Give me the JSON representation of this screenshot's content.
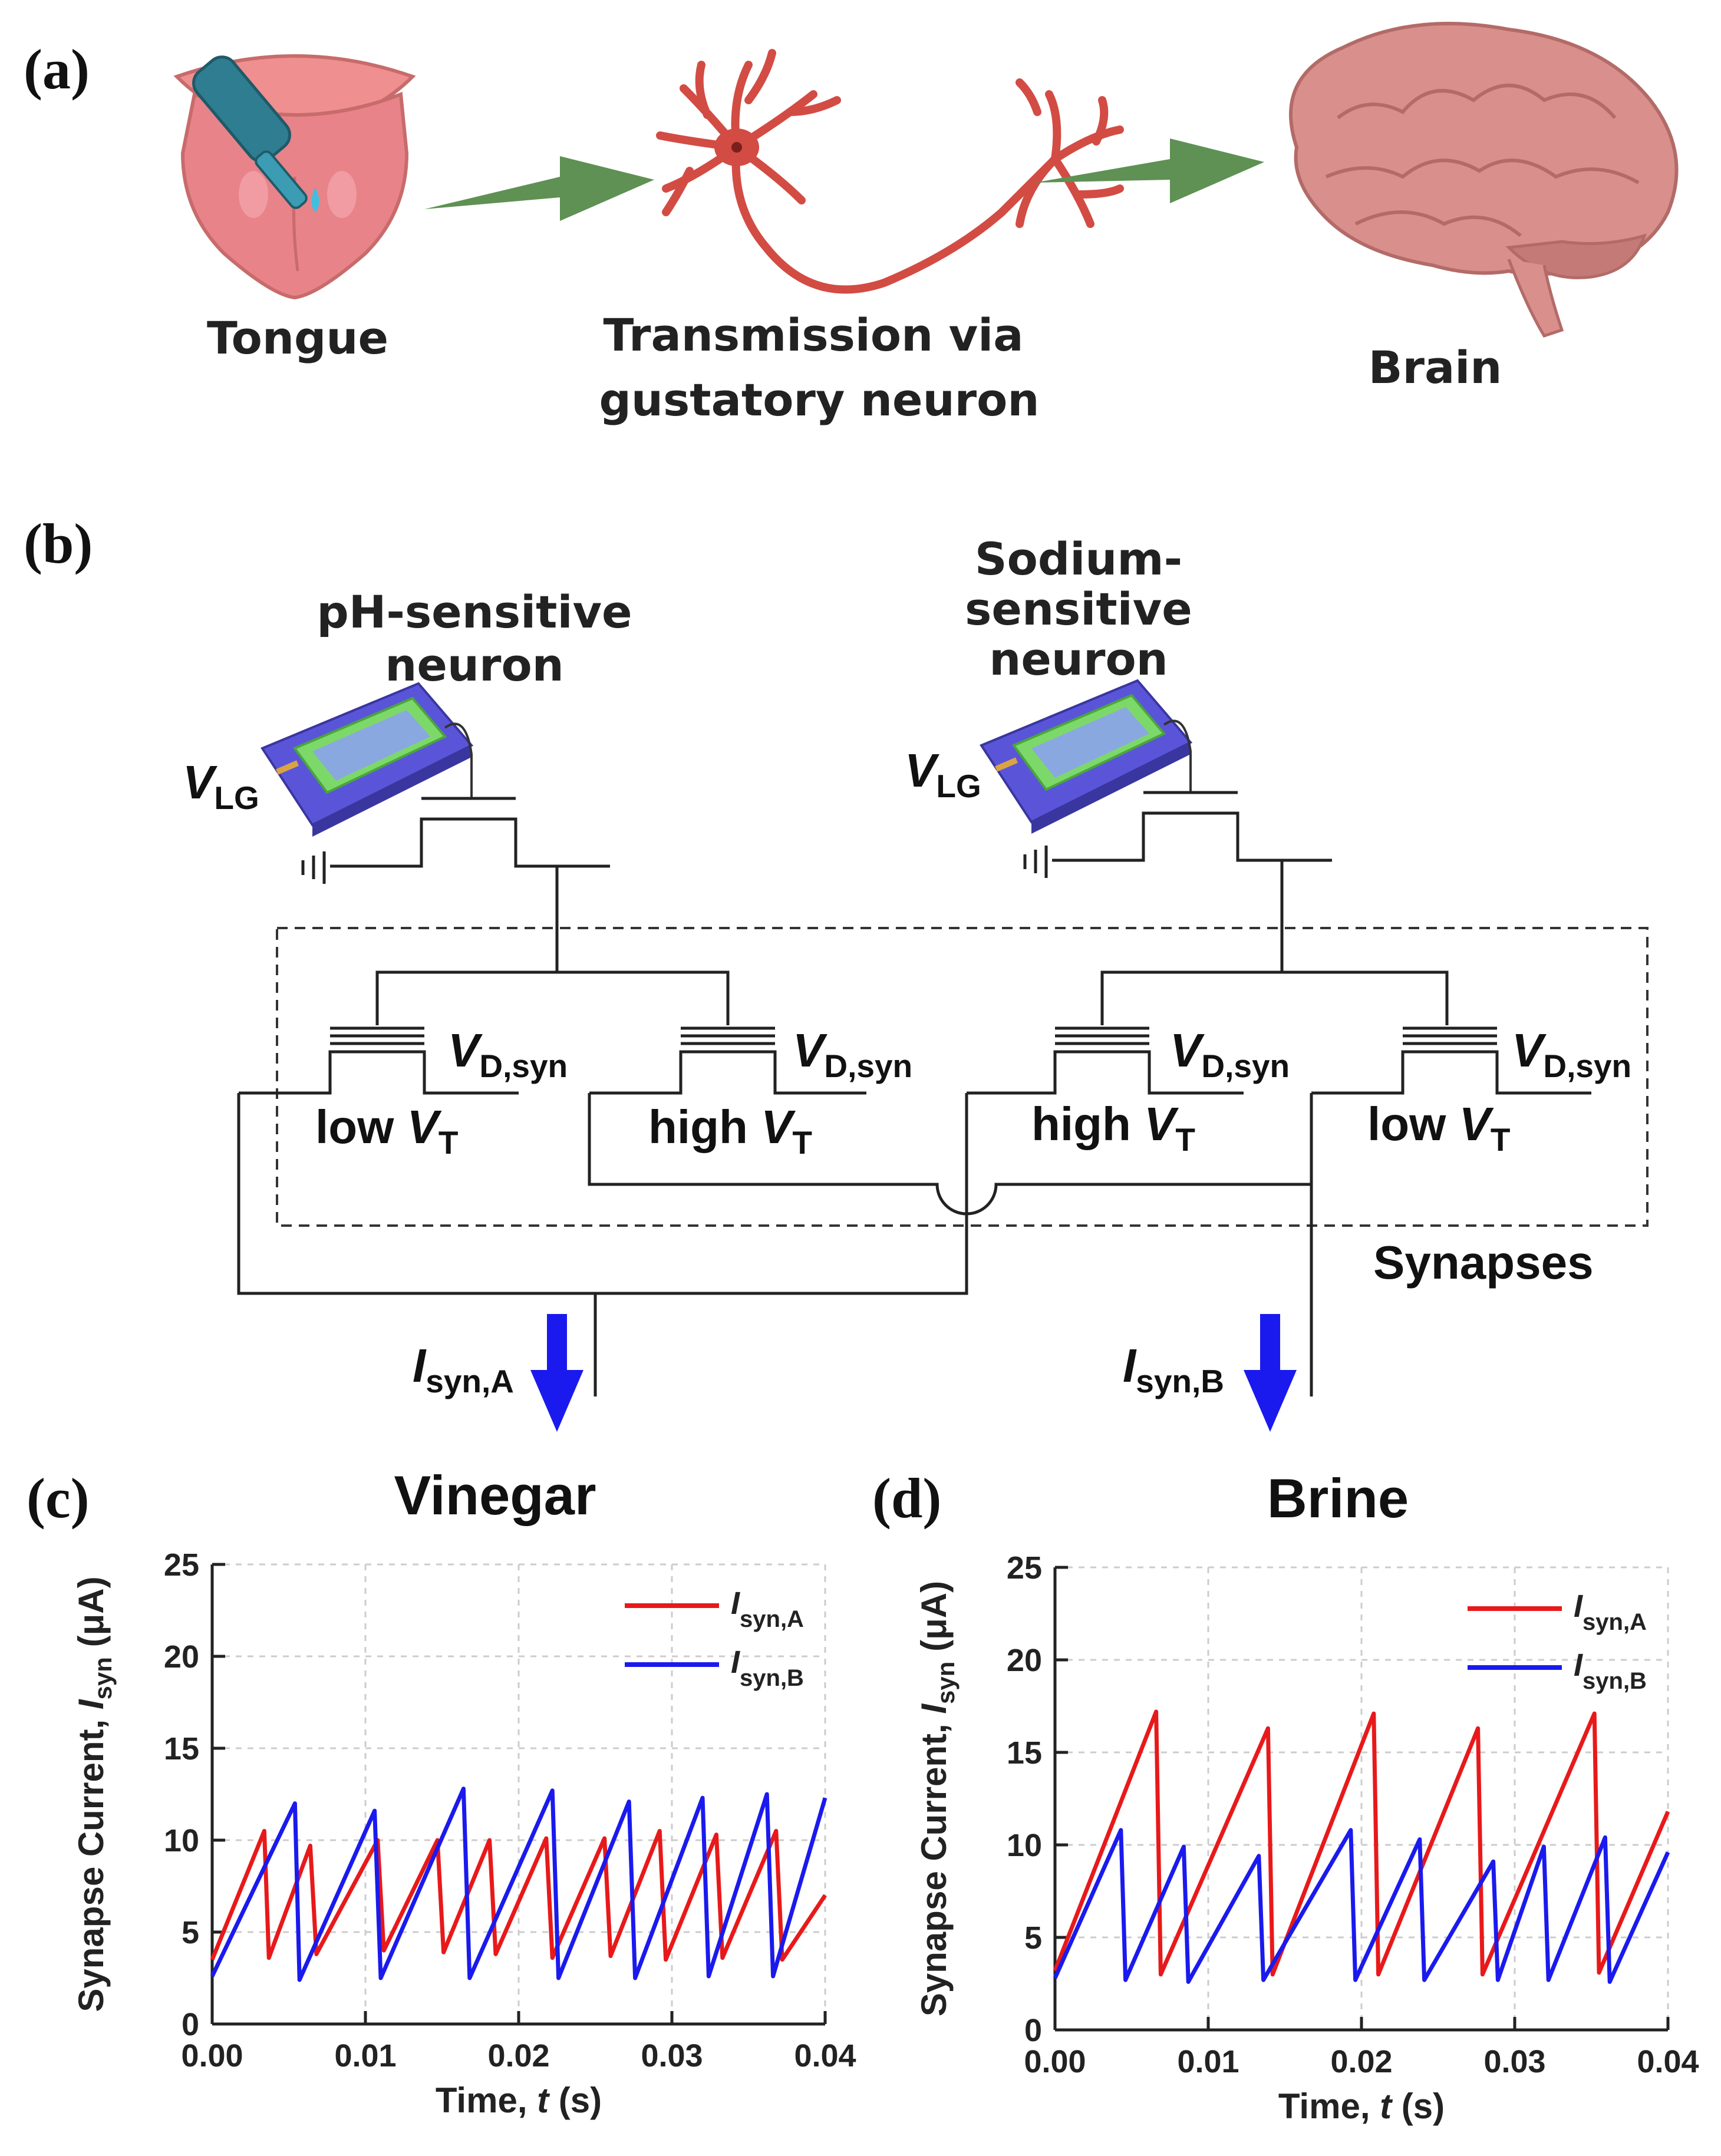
{
  "panel_a": {
    "label": "(a)",
    "tongue_label": "Tongue",
    "neuron_label_line1": "Transmission via",
    "neuron_label_line2": "gustatory neuron",
    "brain_label": "Brain",
    "colors": {
      "arrow": "#5e9153",
      "tongue": "#e8838a",
      "lips": "#ef8f8f",
      "neuron": "#d24c44",
      "brain": "#d98f8c",
      "dropper": "#2f7d90"
    }
  },
  "panel_b": {
    "label": "(b)",
    "ph_neuron_line1": "pH-sensitive",
    "ph_neuron_line2": "neuron",
    "na_neuron_line1": "Sodium-",
    "na_neuron_line2": "sensitive",
    "na_neuron_line3": "neuron",
    "vlg_main": "V",
    "vlg_sub": "LG",
    "vd_main": "V",
    "vd_sub": "D,syn",
    "low_vt_word": "low",
    "high_vt_word": "high",
    "vt_main": "V",
    "vt_sub": "T",
    "synapses_label": "Synapses",
    "isyn_a_main": "I",
    "isyn_a_sub": "syn,A",
    "isyn_b_main": "I",
    "isyn_b_sub": "syn,B",
    "colors": {
      "output_arrow": "#1a1aee",
      "device_base": "#5a55d8",
      "device_frame": "#6ccf5a",
      "dashed_box": "#333333"
    }
  },
  "panel_c": {
    "label": "(c)"
  },
  "panel_d": {
    "label": "(d)"
  },
  "chart_data": [
    {
      "type": "line",
      "title": "Vinegar",
      "xlabel_text": "Time, ",
      "xlabel_var": "t",
      "xlabel_unit": " (s)",
      "ylabel_text": "Synapse Current, ",
      "ylabel_var": "I",
      "ylabel_sub": "syn",
      "ylabel_unit": " (μA)",
      "xlim": [
        0,
        0.04
      ],
      "ylim": [
        0,
        25
      ],
      "xticks": [
        "0.00",
        "0.01",
        "0.02",
        "0.03",
        "0.04"
      ],
      "yticks": [
        "0",
        "5",
        "10",
        "15",
        "20",
        "25"
      ],
      "grid": true,
      "legend_position": "top-right",
      "series": [
        {
          "name_main": "I",
          "name_sub": "syn,A",
          "color": "#e8191a",
          "x": [
            0.0,
            0.0034,
            0.0037,
            0.0064,
            0.0068,
            0.0108,
            0.0112,
            0.0147,
            0.0151,
            0.0181,
            0.0185,
            0.0218,
            0.0222,
            0.0256,
            0.026,
            0.0292,
            0.0296,
            0.0329,
            0.0333,
            0.0368,
            0.0372,
            0.04
          ],
          "y": [
            3.5,
            10.5,
            3.6,
            9.7,
            3.8,
            10.0,
            4.0,
            10.0,
            3.9,
            10.0,
            3.8,
            10.1,
            3.6,
            10.1,
            3.7,
            10.5,
            3.5,
            10.3,
            3.6,
            10.5,
            3.5,
            7.0
          ]
        },
        {
          "name_main": "I",
          "name_sub": "syn,B",
          "color": "#1a1aee",
          "x": [
            0.0,
            0.0054,
            0.0057,
            0.0106,
            0.011,
            0.0164,
            0.0168,
            0.0222,
            0.0226,
            0.0272,
            0.0276,
            0.032,
            0.0324,
            0.0362,
            0.0366,
            0.04
          ],
          "y": [
            2.6,
            12.0,
            2.4,
            11.6,
            2.5,
            12.8,
            2.5,
            12.7,
            2.5,
            12.1,
            2.5,
            12.3,
            2.6,
            12.5,
            2.6,
            12.3
          ]
        }
      ]
    },
    {
      "type": "line",
      "title": "Brine",
      "xlabel_text": "Time, ",
      "xlabel_var": "t",
      "xlabel_unit": " (s)",
      "ylabel_text": "Synapse Current, ",
      "ylabel_var": "I",
      "ylabel_sub": "syn",
      "ylabel_unit": " (μA)",
      "xlim": [
        0,
        0.04
      ],
      "ylim": [
        0,
        25
      ],
      "xticks": [
        "0.00",
        "0.01",
        "0.02",
        "0.03",
        "0.04"
      ],
      "yticks": [
        "0",
        "5",
        "10",
        "15",
        "20",
        "25"
      ],
      "grid": true,
      "legend_position": "top-right",
      "series": [
        {
          "name_main": "I",
          "name_sub": "syn,A",
          "color": "#e8191a",
          "x": [
            0.0,
            0.0066,
            0.0069,
            0.0139,
            0.0142,
            0.0208,
            0.0211,
            0.0276,
            0.0279,
            0.0352,
            0.0355,
            0.04
          ],
          "y": [
            3.2,
            17.2,
            3.0,
            16.3,
            3.0,
            17.1,
            3.0,
            16.3,
            3.0,
            17.1,
            3.1,
            11.8
          ]
        },
        {
          "name_main": "I",
          "name_sub": "syn,B",
          "color": "#1a1aee",
          "x": [
            0.0,
            0.0043,
            0.0046,
            0.0084,
            0.0087,
            0.0133,
            0.0136,
            0.0193,
            0.0196,
            0.0238,
            0.0241,
            0.0286,
            0.0289,
            0.0319,
            0.0322,
            0.0359,
            0.0362,
            0.04
          ],
          "y": [
            2.8,
            10.8,
            2.7,
            9.9,
            2.6,
            9.4,
            2.7,
            10.8,
            2.7,
            10.3,
            2.7,
            9.1,
            2.7,
            9.9,
            2.7,
            10.4,
            2.6,
            9.6
          ]
        }
      ]
    }
  ]
}
